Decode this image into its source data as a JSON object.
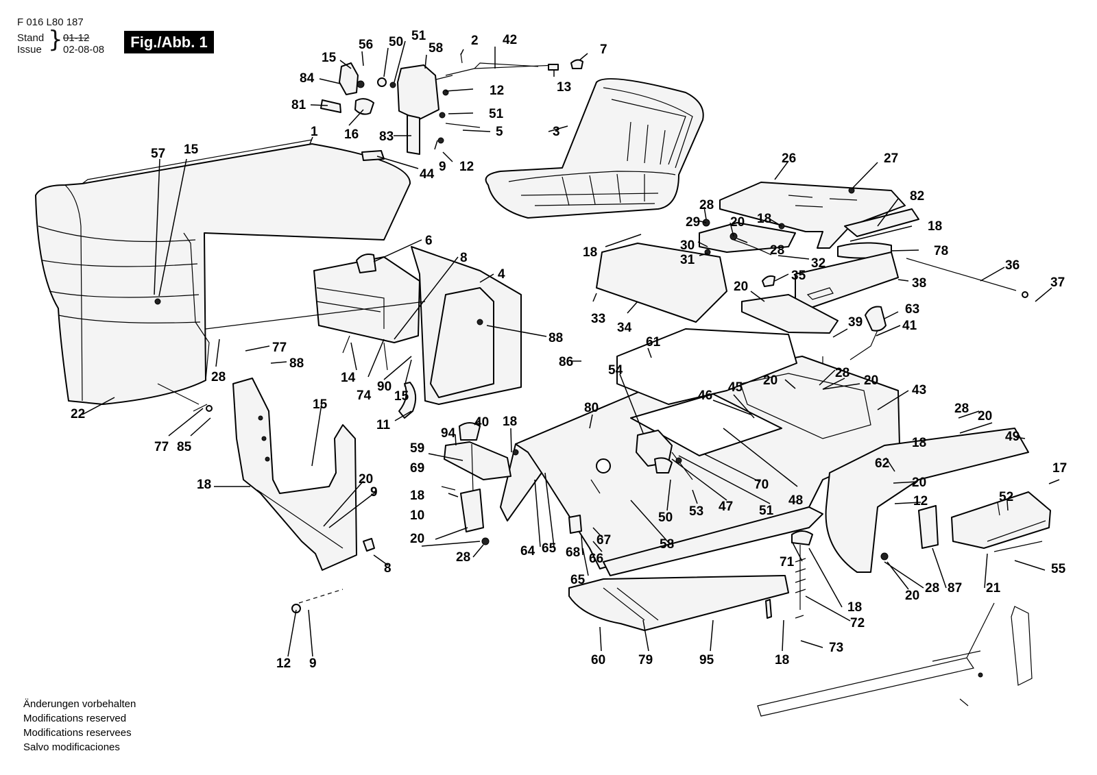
{
  "header": {
    "doc_number": "F 016 L80 187",
    "stand_label": "Stand",
    "issue_label": "Issue",
    "old_date": "01-12",
    "issue_date": "02-08-08",
    "figure_label": "Fig./Abb. 1"
  },
  "footer": {
    "lines": [
      "Änderungen vorbehalten",
      "Modifications reserved",
      "Modifications reservees",
      "Salvo modificaciones"
    ]
  },
  "callouts": [
    {
      "id": "c1",
      "label": "15"
    },
    {
      "id": "c2",
      "label": "56"
    },
    {
      "id": "c3",
      "label": "50"
    },
    {
      "id": "c4",
      "label": "51"
    },
    {
      "id": "c5",
      "label": "58"
    },
    {
      "id": "c6",
      "label": "2"
    },
    {
      "id": "c7",
      "label": "42"
    },
    {
      "id": "c8",
      "label": "7"
    },
    {
      "id": "c9",
      "label": "84"
    },
    {
      "id": "c10",
      "label": "81"
    },
    {
      "id": "c11",
      "label": "16"
    },
    {
      "id": "c12",
      "label": "12"
    },
    {
      "id": "c13",
      "label": "13"
    },
    {
      "id": "c14",
      "label": "51"
    },
    {
      "id": "c15",
      "label": "5"
    },
    {
      "id": "c16",
      "label": "83"
    },
    {
      "id": "c17",
      "label": "9"
    },
    {
      "id": "c18",
      "label": "12"
    },
    {
      "id": "c19",
      "label": "3"
    },
    {
      "id": "c20",
      "label": "1"
    },
    {
      "id": "c21",
      "label": "57"
    },
    {
      "id": "c22",
      "label": "15"
    },
    {
      "id": "c23",
      "label": "44"
    },
    {
      "id": "c24",
      "label": "26"
    },
    {
      "id": "c25",
      "label": "27"
    },
    {
      "id": "c26",
      "label": "28"
    },
    {
      "id": "c27",
      "label": "82"
    },
    {
      "id": "c28",
      "label": "29"
    },
    {
      "id": "c29",
      "label": "20"
    },
    {
      "id": "c30",
      "label": "18"
    },
    {
      "id": "c31",
      "label": "18"
    },
    {
      "id": "c32",
      "label": "28"
    },
    {
      "id": "c33",
      "label": "18"
    },
    {
      "id": "c34",
      "label": "78"
    },
    {
      "id": "c35",
      "label": "30"
    },
    {
      "id": "c36",
      "label": "31"
    },
    {
      "id": "c37",
      "label": "32"
    },
    {
      "id": "c38",
      "label": "6"
    },
    {
      "id": "c39",
      "label": "8"
    },
    {
      "id": "c40",
      "label": "4"
    },
    {
      "id": "c41",
      "label": "36"
    },
    {
      "id": "c42",
      "label": "35"
    },
    {
      "id": "c43",
      "label": "20"
    },
    {
      "id": "c44",
      "label": "38"
    },
    {
      "id": "c45",
      "label": "37"
    },
    {
      "id": "c46",
      "label": "33"
    },
    {
      "id": "c47",
      "label": "34"
    },
    {
      "id": "c48",
      "label": "88"
    },
    {
      "id": "c49",
      "label": "63"
    },
    {
      "id": "c50",
      "label": "39"
    },
    {
      "id": "c51",
      "label": "41"
    },
    {
      "id": "c52",
      "label": "77"
    },
    {
      "id": "c53",
      "label": "88"
    },
    {
      "id": "c54",
      "label": "61"
    },
    {
      "id": "c55",
      "label": "86"
    },
    {
      "id": "c56",
      "label": "28"
    },
    {
      "id": "c57",
      "label": "14"
    },
    {
      "id": "c58",
      "label": "90"
    },
    {
      "id": "c59",
      "label": "74"
    },
    {
      "id": "c60",
      "label": "15"
    },
    {
      "id": "c61",
      "label": "54"
    },
    {
      "id": "c62",
      "label": "20"
    },
    {
      "id": "c63",
      "label": "28"
    },
    {
      "id": "c64",
      "label": "20"
    },
    {
      "id": "c65",
      "label": "46"
    },
    {
      "id": "c66",
      "label": "45"
    },
    {
      "id": "c67",
      "label": "43"
    },
    {
      "id": "c68",
      "label": "22"
    },
    {
      "id": "c69",
      "label": "15"
    },
    {
      "id": "c70",
      "label": "11"
    },
    {
      "id": "c71",
      "label": "40"
    },
    {
      "id": "c72",
      "label": "18"
    },
    {
      "id": "c73",
      "label": "80"
    },
    {
      "id": "c74",
      "label": "94"
    },
    {
      "id": "c75",
      "label": "28"
    },
    {
      "id": "c76",
      "label": "20"
    },
    {
      "id": "c77",
      "label": "77"
    },
    {
      "id": "c78",
      "label": "85"
    },
    {
      "id": "c79",
      "label": "59"
    },
    {
      "id": "c80",
      "label": "18"
    },
    {
      "id": "c81",
      "label": "49"
    },
    {
      "id": "c82",
      "label": "69"
    },
    {
      "id": "c83",
      "label": "17"
    },
    {
      "id": "c84",
      "label": "18"
    },
    {
      "id": "c85",
      "label": "20"
    },
    {
      "id": "c86",
      "label": "62"
    },
    {
      "id": "c87",
      "label": "20"
    },
    {
      "id": "c88",
      "label": "9"
    },
    {
      "id": "c89",
      "label": "18"
    },
    {
      "id": "c90",
      "label": "12"
    },
    {
      "id": "c91",
      "label": "70"
    },
    {
      "id": "c92",
      "label": "48"
    },
    {
      "id": "c93",
      "label": "47"
    },
    {
      "id": "c94",
      "label": "51"
    },
    {
      "id": "c95",
      "label": "50"
    },
    {
      "id": "c96",
      "label": "53"
    },
    {
      "id": "c97",
      "label": "52"
    },
    {
      "id": "c98",
      "label": "10"
    },
    {
      "id": "c99",
      "label": "20"
    },
    {
      "id": "c100",
      "label": "28"
    },
    {
      "id": "c101",
      "label": "64"
    },
    {
      "id": "c102",
      "label": "65"
    },
    {
      "id": "c103",
      "label": "68"
    },
    {
      "id": "c104",
      "label": "67"
    },
    {
      "id": "c105",
      "label": "66"
    },
    {
      "id": "c106",
      "label": "58"
    },
    {
      "id": "c107",
      "label": "8"
    },
    {
      "id": "c108",
      "label": "65"
    },
    {
      "id": "c109",
      "label": "71"
    },
    {
      "id": "c110",
      "label": "55"
    },
    {
      "id": "c111",
      "label": "28"
    },
    {
      "id": "c112",
      "label": "20"
    },
    {
      "id": "c113",
      "label": "87"
    },
    {
      "id": "c114",
      "label": "21"
    },
    {
      "id": "c115",
      "label": "18"
    },
    {
      "id": "c116",
      "label": "72"
    },
    {
      "id": "c117",
      "label": "73"
    },
    {
      "id": "c118",
      "label": "60"
    },
    {
      "id": "c119",
      "label": "79"
    },
    {
      "id": "c120",
      "label": "95"
    },
    {
      "id": "c121",
      "label": "18"
    },
    {
      "id": "c122",
      "label": "12"
    },
    {
      "id": "c123",
      "label": "9"
    }
  ]
}
